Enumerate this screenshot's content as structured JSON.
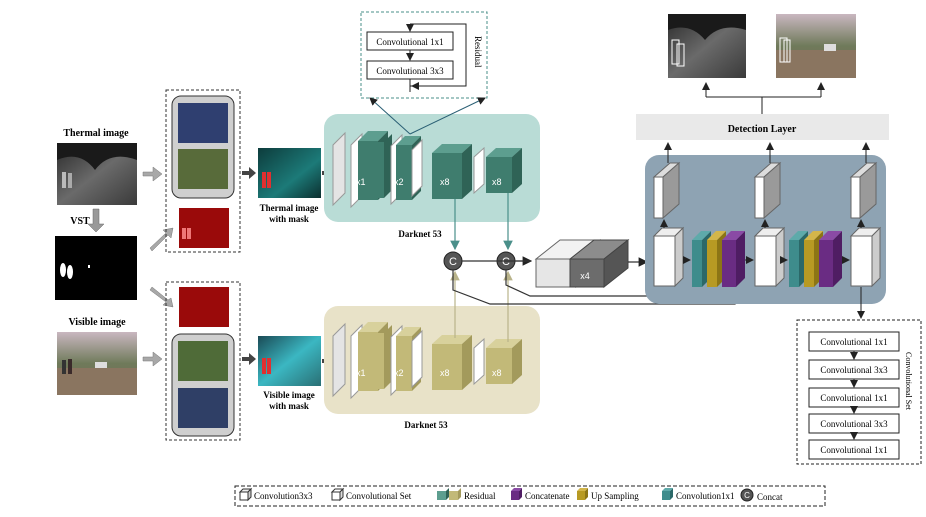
{
  "inputs": {
    "thermal_label": "Thermal image",
    "vst_label": "VST",
    "visible_label": "Visible image"
  },
  "masked": {
    "thermal_label_line1": "Thermal image",
    "thermal_label_line2": "with mask",
    "visible_label_line1": "Visible image",
    "visible_label_line2": "with mask"
  },
  "darknet": {
    "top_label": "Darknet 53",
    "bottom_label": "Darknet 53",
    "multipliers": [
      "x1",
      "x2",
      "x8",
      "x8"
    ]
  },
  "residual_box": {
    "title": "Residual",
    "conv1": "Convolutional 1x1",
    "conv2": "Convolutional 3x3"
  },
  "concat_symbol": "C",
  "neck_multiplier": "x4",
  "detection_layer": "Detection Layer",
  "conv_set_box": {
    "title": "Convolutional Set",
    "items": [
      "Convolutional 1x1",
      "Convolutional 3x3",
      "Convolutional 1x1",
      "Convolutional 3x3",
      "Convolutional 1x1"
    ]
  },
  "legend": {
    "conv3x3": "Convolution3x3",
    "conv_set": "Convolutional Set",
    "residual": "Residual",
    "concatenate": "Concatenate",
    "upsampling": "Up Sampling",
    "conv1x1": "Convolution1x1",
    "concat": "Concat"
  },
  "colors": {
    "teal_panel": "#b9dcd6",
    "khaki_panel": "#e8e2c8",
    "head_panel": "#8ea3b3",
    "detection_bar": "#e9e9e9",
    "teal_block": "#3f7d6e",
    "khaki_block": "#c2b978",
    "purple": "#6a2c83",
    "gold": "#b79a23",
    "teal_up": "#3e8c8c",
    "arrow_teal": "#4a8f8a",
    "arrow_khaki": "#b9b38a"
  }
}
